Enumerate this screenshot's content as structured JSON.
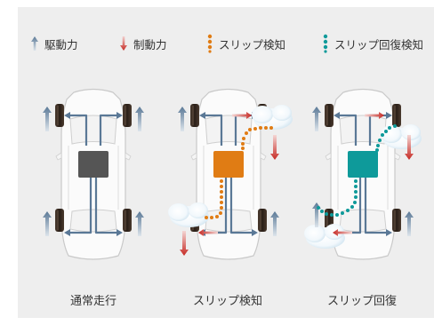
{
  "legend": {
    "drive": "駆動力",
    "brake": "制動力",
    "slip_detect": "スリップ検知",
    "slip_recover": "スリップ回復検知"
  },
  "captions": {
    "normal": "通常走行",
    "detect": "スリップ検知",
    "recover": "スリップ回復"
  },
  "colors": {
    "drive_arrow": "#5a7896",
    "brake_arrow": "#c62a24",
    "detect_accent": "#e07c14",
    "recover_accent": "#0e9a9a",
    "center_box_normal": "#555555",
    "panel_bg": "#eeeeee"
  }
}
